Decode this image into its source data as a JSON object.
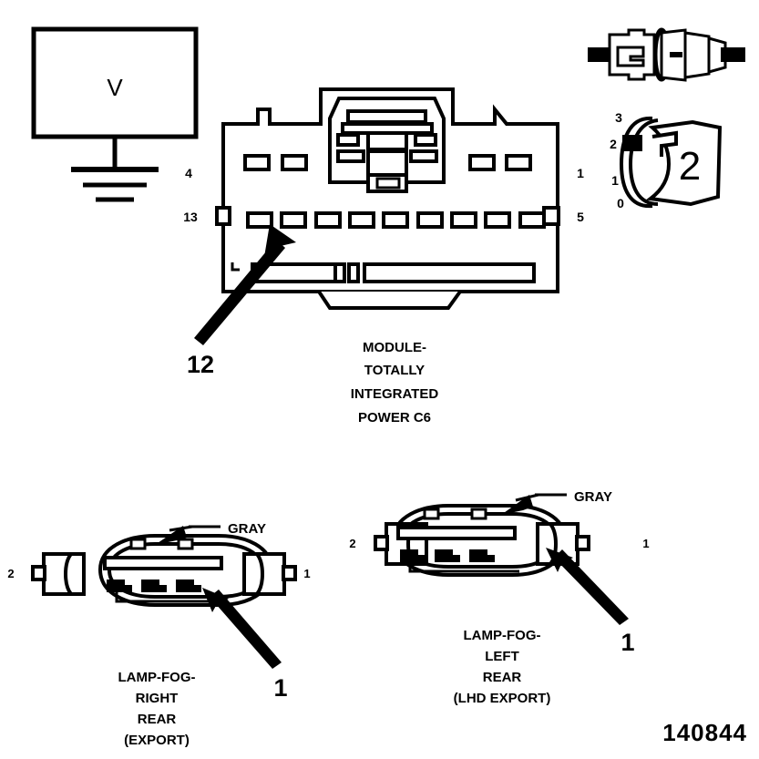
{
  "figure": {
    "number": "140844"
  },
  "voltmeter": {
    "symbol": "V",
    "name": "voltmeter",
    "ground_label": ""
  },
  "module": {
    "name_lines": [
      "MODULE-",
      "TOTALLY",
      "INTEGRATED",
      "POWER C6"
    ],
    "pin_labels": {
      "top_left": "4",
      "bottom_left": "13",
      "top_right": "1",
      "bottom_right": "5"
    },
    "callout": "12",
    "upper_row_pins": 4,
    "lower_row_pins": 9
  },
  "inline_connector": {
    "scale_labels": [
      "3",
      "2",
      "1",
      "0"
    ],
    "marker_label": "2"
  },
  "fog_lamp_right": {
    "name_lines": [
      "LAMP-FOG-",
      "RIGHT",
      "REAR",
      "(EXPORT)"
    ],
    "color_label": "GRAY",
    "pin_left": "2",
    "pin_right": "1",
    "callout": "1"
  },
  "fog_lamp_left": {
    "name_lines": [
      "LAMP-FOG-",
      "LEFT",
      "REAR",
      "(LHD EXPORT)"
    ],
    "color_label": "GRAY",
    "pin_left": "2",
    "pin_right": "1",
    "callout": "1"
  },
  "colors": {
    "ink": "#000000",
    "paper": "#ffffff"
  }
}
